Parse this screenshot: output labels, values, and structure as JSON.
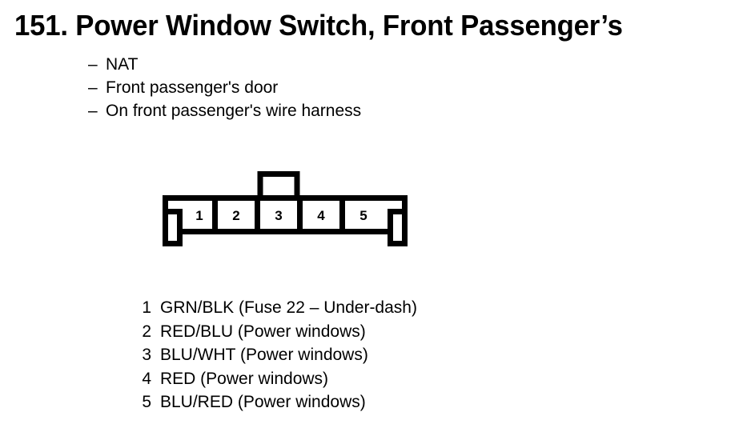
{
  "page": {
    "item_number": "151.",
    "title": "151.  Power Window Switch, Front Passenger’s",
    "background_color": "#ffffff",
    "ink_color": "#000000"
  },
  "attributes": {
    "bullet_marker": "–",
    "items": [
      "NAT",
      "Front passenger's door",
      "On front passenger's wire harness"
    ]
  },
  "connector": {
    "type": "5-cavity inline connector, front view",
    "cavity_count": 5,
    "locking_tab": "top-center, two slots",
    "cavities": [
      {
        "number": "1"
      },
      {
        "number": "2"
      },
      {
        "number": "3"
      },
      {
        "number": "4"
      },
      {
        "number": "5"
      }
    ]
  },
  "legend": {
    "rows": [
      {
        "pin": "1",
        "description": "GRN/BLK (Fuse 22 – Under-dash)"
      },
      {
        "pin": "2",
        "description": "RED/BLU (Power windows)"
      },
      {
        "pin": "3",
        "description": "BLU/WHT (Power windows)"
      },
      {
        "pin": "4",
        "description": "RED (Power windows)"
      },
      {
        "pin": "5",
        "description": "BLU/RED (Power windows)"
      }
    ]
  }
}
